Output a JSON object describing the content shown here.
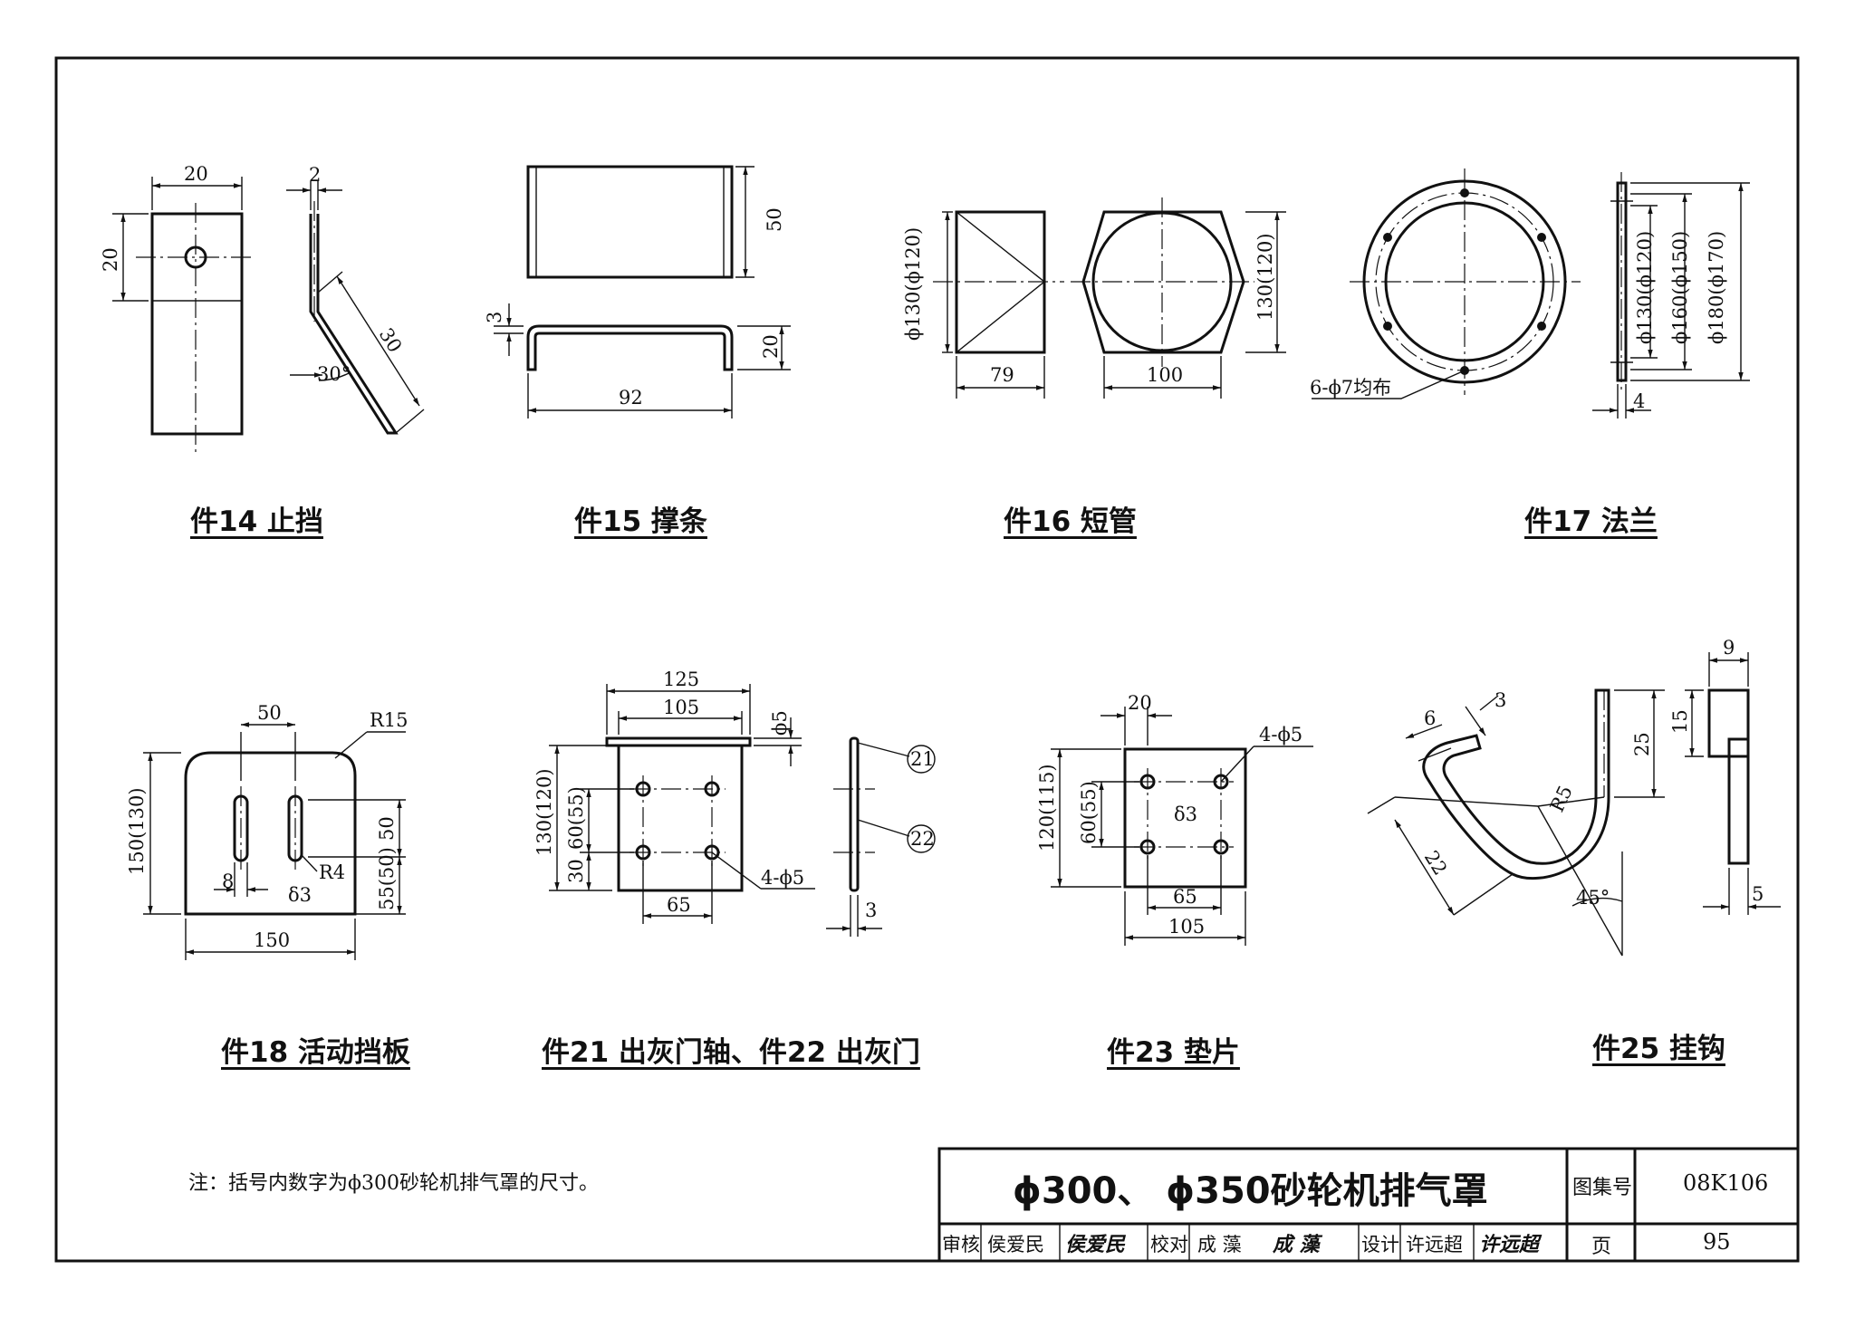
{
  "parts": {
    "p14": {
      "caption": "件14  止挡",
      "dims": {
        "width": "20",
        "thick": "2",
        "height": "20",
        "length": "30",
        "angle": "30°"
      }
    },
    "p15": {
      "caption": "件15  撑条",
      "dims": {
        "h": "50",
        "t": "3",
        "bend": "20",
        "len": "92"
      }
    },
    "p16": {
      "caption": "件16  短管",
      "dims": {
        "dia": "ϕ130(ϕ120)",
        "len": "79",
        "w": "100",
        "h": "130(120)"
      }
    },
    "p17": {
      "caption": "件17  法兰",
      "dims": {
        "holes": "6-ϕ7均布",
        "d1": "ϕ130(ϕ120)",
        "d2": "ϕ160(ϕ150)",
        "d3": "ϕ180(ϕ170)",
        "t": "4"
      }
    },
    "p18": {
      "caption": "件18  活动挡板",
      "dims": {
        "spacing": "50",
        "r15": "R15",
        "h": "150(130)",
        "slot_h": "50",
        "bottom": "55(50)",
        "slot_w": "8",
        "r4": "R4",
        "thick": "δ3",
        "w": "150"
      }
    },
    "p21": {
      "caption": "件21  出灰门轴、件22  出灰门",
      "dims": {
        "w125": "125",
        "w105": "105",
        "phi5": "ϕ5",
        "h": "130(120)",
        "h60": "60(55)",
        "h30": "30",
        "w65": "65",
        "holes": "4-ϕ5",
        "t3": "3",
        "tag21": "21",
        "tag22": "22"
      }
    },
    "p23": {
      "caption": "件23  垫片",
      "dims": {
        "d20": "20",
        "holes": "4-ϕ5",
        "h": "120(115)",
        "h60": "60(55)",
        "thick": "δ3",
        "w65": "65",
        "w105": "105"
      }
    },
    "p25": {
      "caption": "件25  挂钩",
      "dims": {
        "d6": "6",
        "d3": "3",
        "d25": "25",
        "r5": "R5",
        "d22": "22",
        "angle": "45°",
        "w9": "9",
        "h15": "15",
        "w5": "5"
      }
    }
  },
  "note": "注：括号内数字为ϕ300砂轮机排气罩的尺寸。",
  "title_block": {
    "title": "ϕ300、 ϕ350砂轮机排气罩",
    "atlas_label": "图集号",
    "atlas_no": "08K106",
    "review_label": "审核",
    "reviewer": "侯爱民",
    "reviewer_sig": "侯爱民",
    "check_label": "校对",
    "checker": "成  藻",
    "checker_sig": "成  藻",
    "design_label": "设计",
    "designer": "许远超",
    "designer_sig": "许远超",
    "page_label": "页",
    "page_no": "95"
  }
}
